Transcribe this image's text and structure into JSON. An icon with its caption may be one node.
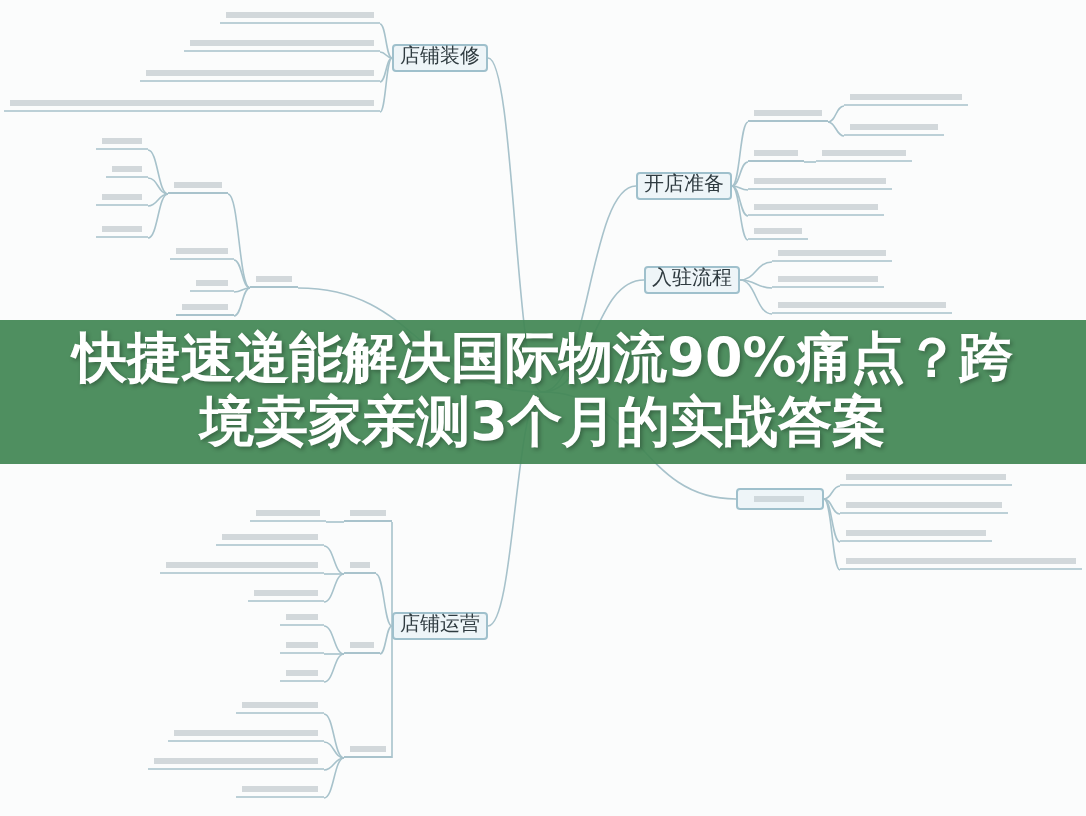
{
  "diagram": {
    "title": "快捷速递能解决国际物流90%痛点？跨境卖家亲测3个月的实战答案",
    "nodes": [
      {
        "text": [
          "店铺装修"
        ]
      },
      {
        "text": [],
        "shape": "bar"
      },
      {
        "text": [],
        "shape": "bar"
      },
      {
        "text": [],
        "shape": "bar"
      },
      {
        "text": [],
        "shape": "bar"
      },
      {
        "text": [
          "开店准备"
        ]
      },
      {
        "text": [],
        "shape": "bar"
      },
      {
        "text": [],
        "shape": "bar"
      },
      {
        "text": [],
        "shape": "bar"
      },
      {
        "text": [],
        "shape": "bar"
      },
      {
        "text": [],
        "shape": "bar"
      },
      {
        "text": [],
        "shape": "bar"
      },
      {
        "text": [],
        "shape": "bar"
      },
      {
        "text": [],
        "shape": "bar"
      },
      {
        "text": [
          "入驻流程"
        ]
      },
      {
        "text": [],
        "shape": "bar"
      },
      {
        "text": [],
        "shape": "bar"
      },
      {
        "text": [],
        "shape": "bar"
      },
      {
        "text": [],
        "shape": "bar"
      },
      {
        "text": [],
        "shape": "bar"
      },
      {
        "text": [],
        "shape": "bar"
      },
      {
        "text": [],
        "shape": "bar"
      },
      {
        "text": [],
        "shape": "bar"
      },
      {
        "text": [],
        "shape": "bar"
      },
      {
        "text": [],
        "shape": "bar"
      },
      {
        "text": [],
        "shape": "bar"
      },
      {
        "text": [],
        "shape": "bar"
      },
      {
        "text": [
          "店铺运营"
        ]
      },
      {
        "text": [],
        "shape": "bar"
      },
      {
        "text": [],
        "shape": "bar"
      },
      {
        "text": [],
        "shape": "bar"
      },
      {
        "text": [],
        "shape": "bar"
      },
      {
        "text": [],
        "shape": "bar"
      },
      {
        "text": [],
        "shape": "bar"
      },
      {
        "text": [],
        "shape": "bar"
      },
      {
        "text": [],
        "shape": "bar"
      },
      {
        "text": [],
        "shape": "bar"
      },
      {
        "text": [],
        "shape": "bar"
      },
      {
        "text": [],
        "shape": "bar"
      },
      {
        "text": [],
        "shape": "bar"
      },
      {
        "text": [],
        "shape": "bar"
      },
      {
        "text": [],
        "shape": "bar"
      },
      {
        "text": [],
        "shape": "bar"
      },
      {
        "text": [],
        "shape": "box"
      },
      {
        "text": [],
        "shape": "bar"
      },
      {
        "text": [],
        "shape": "bar"
      },
      {
        "text": [],
        "shape": "bar"
      },
      {
        "text": [],
        "shape": "bar"
      }
    ],
    "edges": [
      {
        "from": null,
        "to": 0,
        "arrow": "none"
      },
      {
        "from": 0,
        "to": 1,
        "arrow": "none"
      },
      {
        "from": 0,
        "to": 2,
        "arrow": "none"
      },
      {
        "from": 0,
        "to": 3,
        "arrow": "none"
      },
      {
        "from": 0,
        "to": 4,
        "arrow": "none"
      },
      {
        "from": null,
        "to": 5,
        "arrow": "none"
      },
      {
        "from": 5,
        "to": 6,
        "arrow": "none"
      },
      {
        "from": 6,
        "to": 7,
        "arrow": "none"
      },
      {
        "from": 6,
        "to": 8,
        "arrow": "none"
      },
      {
        "from": 5,
        "to": 9,
        "arrow": "none"
      },
      {
        "from": 9,
        "to": 10,
        "arrow": "none"
      },
      {
        "from": 5,
        "to": 11,
        "arrow": "none"
      },
      {
        "from": 5,
        "to": 12,
        "arrow": "none"
      },
      {
        "from": 5,
        "to": 13,
        "arrow": "none"
      },
      {
        "from": null,
        "to": 14,
        "arrow": "none"
      },
      {
        "from": 14,
        "to": 15,
        "arrow": "none"
      },
      {
        "from": 14,
        "to": 16,
        "arrow": "none"
      },
      {
        "from": 14,
        "to": 17,
        "arrow": "none"
      },
      {
        "from": 23,
        "to": 18,
        "arrow": "none"
      },
      {
        "from": 18,
        "to": 19,
        "arrow": "none"
      },
      {
        "from": 18,
        "to": 20,
        "arrow": "none"
      },
      {
        "from": 18,
        "to": 21,
        "arrow": "none"
      },
      {
        "from": 18,
        "to": 22,
        "arrow": "none"
      },
      {
        "from": null,
        "to": 23,
        "arrow": "none"
      },
      {
        "from": 23,
        "to": 24,
        "arrow": "none"
      },
      {
        "from": 23,
        "to": 25,
        "arrow": "none"
      },
      {
        "from": 23,
        "to": 26,
        "arrow": "none"
      },
      {
        "from": null,
        "to": 27,
        "arrow": "none"
      },
      {
        "from": 27,
        "to": 28,
        "arrow": "none"
      },
      {
        "from": 28,
        "to": 29,
        "arrow": "none"
      },
      {
        "from": 27,
        "to": 30,
        "arrow": "none"
      },
      {
        "from": 30,
        "to": 31,
        "arrow": "none"
      },
      {
        "from": 30,
        "to": 32,
        "arrow": "none"
      },
      {
        "from": 30,
        "to": 33,
        "arrow": "none"
      },
      {
        "from": 27,
        "to": 34,
        "arrow": "none"
      },
      {
        "from": 34,
        "to": 35,
        "arrow": "none"
      },
      {
        "from": 34,
        "to": 36,
        "arrow": "none"
      },
      {
        "from": 34,
        "to": 37,
        "arrow": "none"
      },
      {
        "from": 27,
        "to": 38,
        "arrow": "none"
      },
      {
        "from": 38,
        "to": 39,
        "arrow": "none"
      },
      {
        "from": 38,
        "to": 40,
        "arrow": "none"
      },
      {
        "from": 38,
        "to": 41,
        "arrow": "none"
      },
      {
        "from": 38,
        "to": 42,
        "arrow": "none"
      },
      {
        "from": null,
        "to": 43,
        "arrow": "none"
      },
      {
        "from": 43,
        "to": 44,
        "arrow": "none"
      },
      {
        "from": 43,
        "to": 45,
        "arrow": "none"
      },
      {
        "from": 43,
        "to": 46,
        "arrow": "none"
      },
      {
        "from": 43,
        "to": 47,
        "arrow": "none"
      }
    ]
  }
}
